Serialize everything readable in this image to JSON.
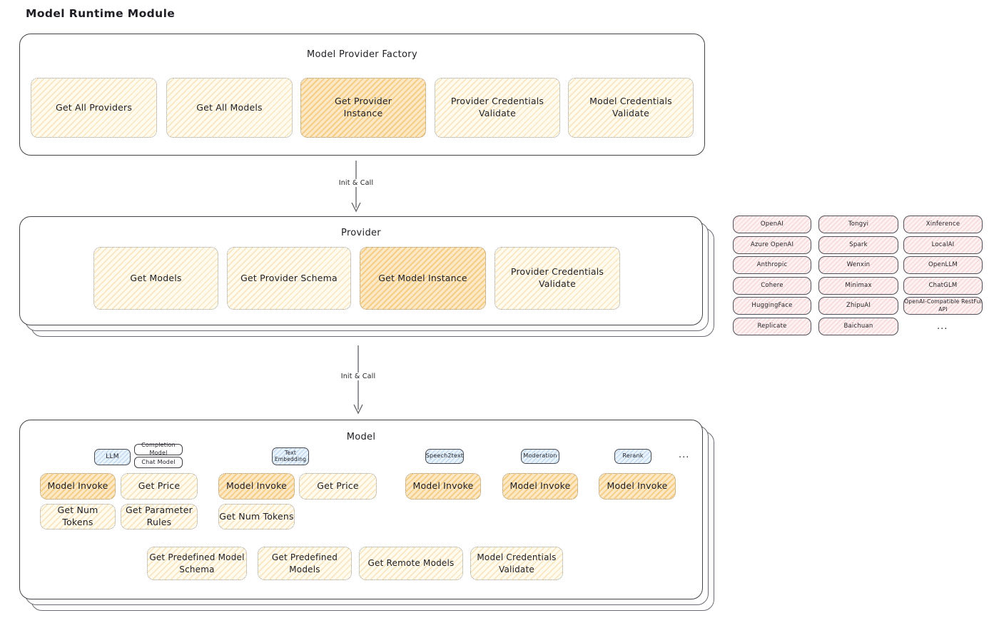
{
  "title": "Model Runtime Module",
  "arrows": {
    "factory_to_provider_label": "Init & Call",
    "provider_to_model_label": "Init & Call"
  },
  "factory": {
    "title": "Model Provider Factory",
    "items": [
      {
        "label": "Get All Providers",
        "highlight": false
      },
      {
        "label": "Get All Models",
        "highlight": false
      },
      {
        "label": "Get Provider\nInstance",
        "highlight": true
      },
      {
        "label": "Provider Credentials\nValidate",
        "highlight": false
      },
      {
        "label": "Model Credentials\nValidate",
        "highlight": false
      }
    ]
  },
  "provider": {
    "title": "Provider",
    "items": [
      {
        "label": "Get Models",
        "highlight": false
      },
      {
        "label": "Get Provider Schema",
        "highlight": false
      },
      {
        "label": "Get Model Instance",
        "highlight": true
      },
      {
        "label": "Provider Credentials\nValidate",
        "highlight": false
      }
    ]
  },
  "provider_list": {
    "cells": [
      "OpenAI",
      "Tongyi",
      "Xinference",
      "Azure OpenAI",
      "Spark",
      "LocalAI",
      "Anthropic",
      "Wenxin",
      "OpenLLM",
      "Cohere",
      "Minimax",
      "ChatGLM",
      "HuggingFace",
      "ZhipuAI",
      "OpenAI-Compatible RestFul API",
      "Replicate",
      "Baichuan"
    ],
    "more": "..."
  },
  "model": {
    "title": "Model",
    "tabs": {
      "llm": "LLM",
      "completion": "Completion Model",
      "chat": "Chat Model",
      "text_embedding": "Text\nEmbedding",
      "speech2text": "Speech2text",
      "moderation": "Moderation",
      "rerank": "Rerank",
      "more": "..."
    },
    "functions": {
      "model_invoke": "Model Invoke",
      "get_price": "Get Price",
      "get_num_tokens": "Get Num Tokens",
      "get_parameter_rules": "Get Parameter\nRules"
    },
    "bottom": [
      {
        "label": "Get Predefined Model\nSchema"
      },
      {
        "label": "Get Predefined\nModels"
      },
      {
        "label": "Get Remote Models"
      },
      {
        "label": "Model Credentials\nValidate"
      }
    ]
  },
  "colors": {
    "highlight_fill": "#fbe9c6",
    "function_fill": "#fffbee",
    "provider_cell_fill": "#fdf1f1",
    "model_type_fill": "#e9f3fb",
    "frame_border": "#43434a"
  }
}
